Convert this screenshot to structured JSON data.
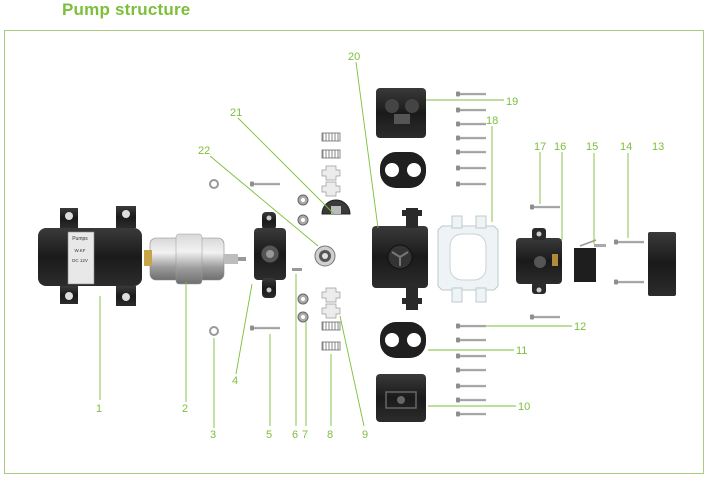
{
  "title": "Pump structure",
  "colors": {
    "accent": "#7cbf3a",
    "frame": "#a9cd7c",
    "part_dark": "#1e1e1e",
    "part_metal": "#a8a8a8",
    "part_white": "#e9eef0"
  },
  "motor_label": {
    "brand": "Pumps",
    "line1": "W.KF",
    "line2": "DC 12V"
  },
  "callouts": [
    {
      "id": "1",
      "text": "1"
    },
    {
      "id": "2",
      "text": "2"
    },
    {
      "id": "3",
      "text": "3"
    },
    {
      "id": "4",
      "text": "4"
    },
    {
      "id": "5",
      "text": "5"
    },
    {
      "id": "6",
      "text": "6"
    },
    {
      "id": "7",
      "text": "7"
    },
    {
      "id": "8",
      "text": "8"
    },
    {
      "id": "9",
      "text": "9"
    },
    {
      "id": "10",
      "text": "10"
    },
    {
      "id": "11",
      "text": "11"
    },
    {
      "id": "12",
      "text": "12"
    },
    {
      "id": "13",
      "text": "13"
    },
    {
      "id": "14",
      "text": "14"
    },
    {
      "id": "15",
      "text": "15"
    },
    {
      "id": "16",
      "text": "16"
    },
    {
      "id": "17",
      "text": "17"
    },
    {
      "id": "18",
      "text": "18"
    },
    {
      "id": "19",
      "text": "19"
    },
    {
      "id": "20",
      "text": "20"
    },
    {
      "id": "21",
      "text": "21"
    },
    {
      "id": "22",
      "text": "22"
    }
  ]
}
